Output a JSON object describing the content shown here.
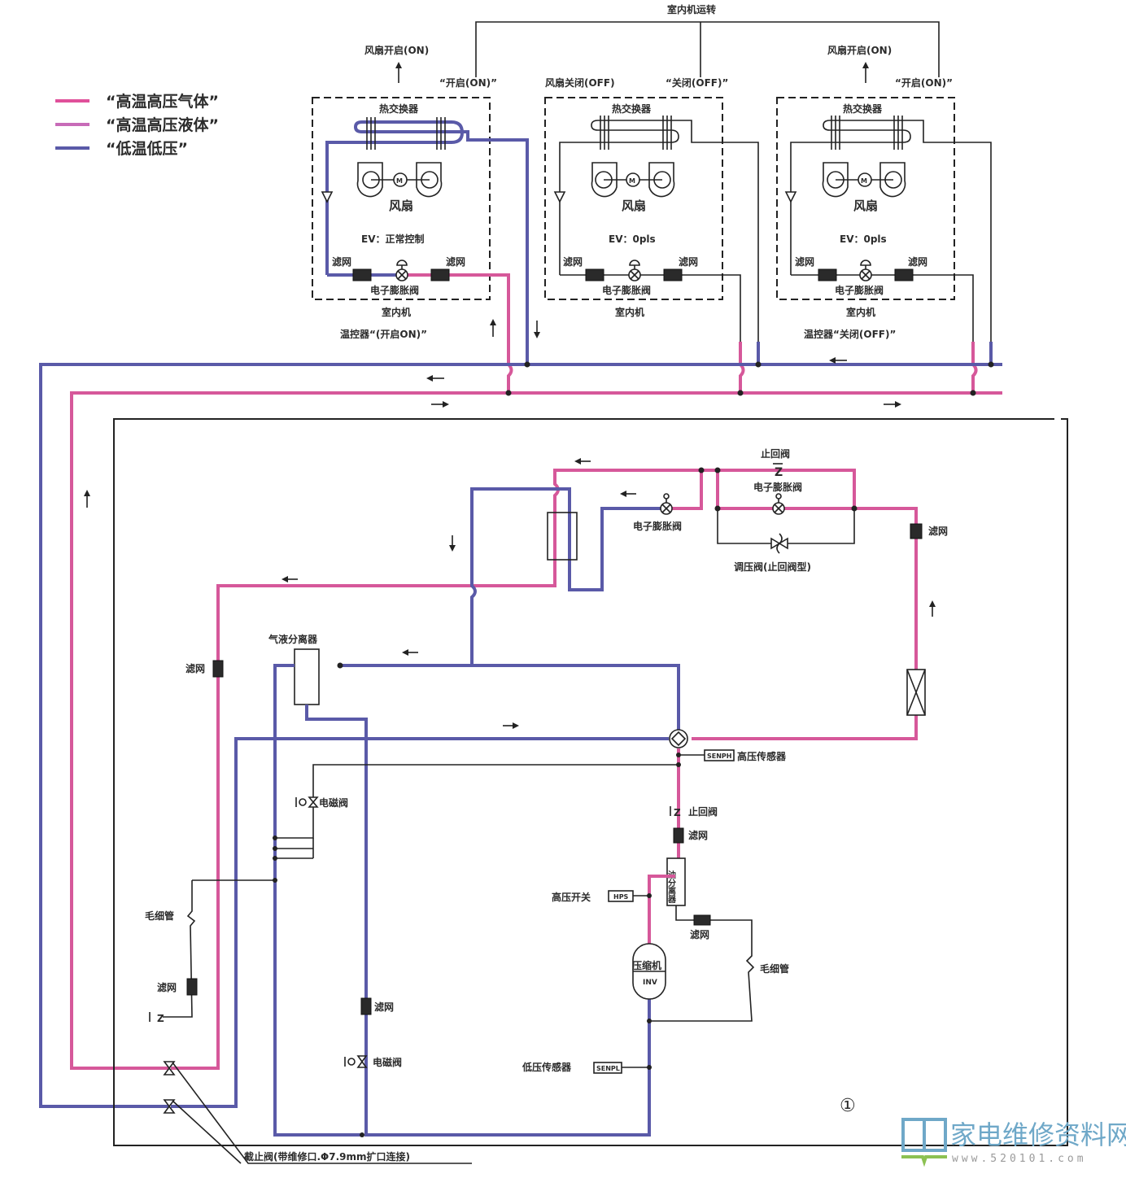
{
  "legend": {
    "items": [
      {
        "label": "“高温高压气体”",
        "color": "#e0509a"
      },
      {
        "label": "“高温高压液体”",
        "color": "#c86bb8"
      },
      {
        "label": "“低温低压”",
        "color": "#5a5aa8"
      }
    ]
  },
  "top": {
    "title": "室内机运转",
    "fan_on_left": "风扇开启(ON)",
    "fan_off_mid": "风扇关闭(OFF)",
    "fan_on_right": "风扇开启(ON)",
    "state_on_left": "“开启(ON)”",
    "state_off_mid": "“关闭(OFF)”",
    "state_on_right": "“开启(ON)”"
  },
  "indoor_units": [
    {
      "hx": "热交换器",
      "fan": "风扇",
      "ev": "EV：正常控制",
      "filter_l": "滤网",
      "filter_r": "滤网",
      "valve": "电子膨胀阀",
      "unit": "室内机",
      "thermostat": "温控器“(开启ON)”"
    },
    {
      "hx": "热交换器",
      "fan": "风扇",
      "ev": "EV：0pls",
      "filter_l": "滤网",
      "filter_r": "滤网",
      "valve": "电子膨胀阀",
      "unit": "室内机",
      "thermostat": ""
    },
    {
      "hx": "热交换器",
      "fan": "风扇",
      "ev": "EV：0pls",
      "filter_l": "滤网",
      "filter_r": "滤网",
      "valve": "电子膨胀阀",
      "unit": "室内机",
      "thermostat": "温控器“关闭(OFF)”"
    }
  ],
  "outdoor": {
    "check_valve_top": "止回阀",
    "eev_top": "电子膨胀阀",
    "eev_left": "电子膨胀阀",
    "pressure_reg": "调压阀(止回阀型)",
    "filter_right": "滤网",
    "separator": "气液分离器",
    "filter_left": "滤网",
    "solenoid_1": "电磁阀",
    "capillary_left": "毛细管",
    "filter_lower_left": "滤网",
    "filter_mid": "滤网",
    "solenoid_2": "电磁阀",
    "hp_sensor": "高压传感器",
    "hp_sensor_tag": "SENPH",
    "check_valve_mid": "止回阀",
    "filter_mid_right": "滤网",
    "oil_sep": "油分离器",
    "hp_switch": "高压开关",
    "hp_switch_tag": "HPS",
    "filter_oil": "滤网",
    "capillary_right": "毛细管",
    "compressor": "压缩机",
    "compressor_tag": "INV",
    "lp_sensor": "低压传感器",
    "lp_sensor_tag": "SENPL",
    "stop_valve": "截止阀(带维修口.Φ7.9mm扩口连接)",
    "figure_no": "①"
  },
  "watermark": {
    "text_cn": "家电维修资料网",
    "text_url": "www.520101.com"
  },
  "logo": {
    "cn": "家电维修资料网",
    "url": "www.520101.com"
  }
}
